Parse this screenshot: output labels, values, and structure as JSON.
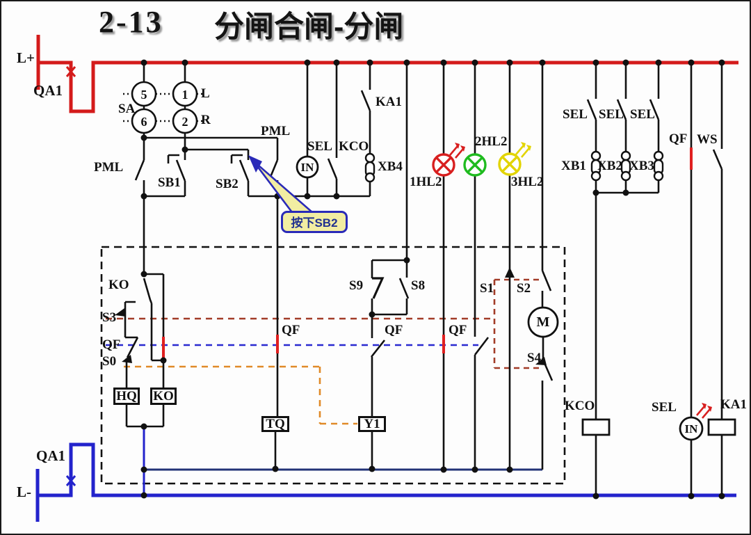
{
  "title": {
    "number": "2-13",
    "text": "分闸合闸-分闸"
  },
  "bus": {
    "l_plus": "L+",
    "l_minus": "L-",
    "qa1_top": "QA1",
    "qa1_bottom": "QA1"
  },
  "selector": {
    "label": "SA",
    "c5": "5",
    "c1": "1",
    "c6": "6",
    "c2": "2",
    "left": "L",
    "right": "R"
  },
  "contacts": {
    "pml_left": "PML",
    "pml_right": "PML",
    "sb1": "SB1",
    "sb2": "SB2",
    "sel_top": "SEL",
    "kco_top": "KCO",
    "ka1_top": "KA1",
    "xb4": "XB4",
    "sel_r1": "SEL",
    "sel_r2": "SEL",
    "sel_r3": "SEL",
    "xb1": "XB1",
    "xb2": "XB2",
    "xb3": "XB3",
    "qf_main": "QF",
    "ws": "WS",
    "ko_aux": "KO",
    "s3": "S3",
    "qf_s0": "QF",
    "s0": "S0",
    "qf_tq": "QF",
    "s9": "S9",
    "s8": "S8",
    "qf_y1": "QF",
    "qf_hl": "QF",
    "s1": "S1",
    "s2": "S2",
    "s4": "S4",
    "kco_coil": "KCO",
    "sel_bottom": "SEL",
    "ka1_coil": "KA1"
  },
  "coils": {
    "hq": "HQ",
    "ko": "KO",
    "tq": "TQ",
    "y1": "Y1"
  },
  "lamps": {
    "in_top": "IN",
    "in_bottom": "IN",
    "motor": "M",
    "hl2_1": "1HL2",
    "hl2_2": "2HL2",
    "hl2_3": "3HL2"
  },
  "callout": {
    "text": "按下SB2"
  },
  "colors": {
    "bus_positive": "#d41b1b",
    "bus_negative": "#2323cc",
    "closed_contact_red": "#e02020",
    "inner_return_navy": "#223377",
    "mech_link_brown": "#a23c28",
    "mech_link_blue": "#2a2ad0",
    "mech_link_orange": "#e08a28",
    "lamp_red": "#d81f1f",
    "lamp_green": "#1fbb1f",
    "lamp_yellow": "#e2d400",
    "callout_bg": "#f2eda2",
    "callout_border": "#2a2ab8"
  }
}
